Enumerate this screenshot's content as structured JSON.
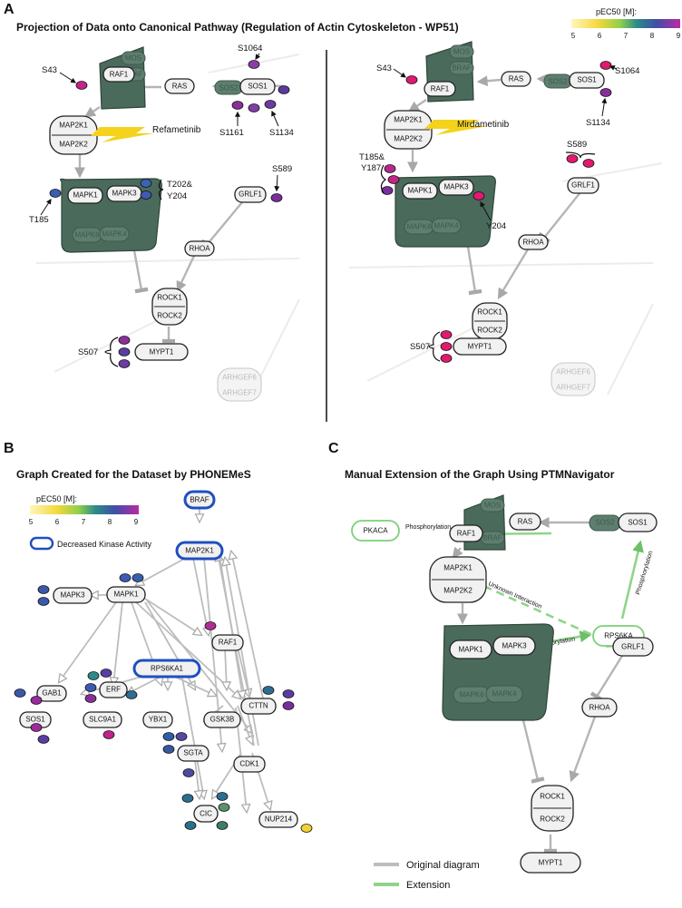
{
  "panels": {
    "A": {
      "letter": "A",
      "title": "Projection of Data onto Canonical Pathway (Regulation of Actin Cytoskeleton - WP51)"
    },
    "B": {
      "letter": "B",
      "title": "Graph Created for the Dataset by PHONEMeS"
    },
    "C": {
      "letter": "C",
      "title": "Manual Extension of the Graph Using PTMNavigator"
    }
  },
  "colorbar": {
    "label": "pEC50 [M]:",
    "ticks": [
      "5",
      "6",
      "7",
      "8",
      "9"
    ],
    "colors": [
      "#f7e43a",
      "#8dcf4a",
      "#2d8b8a",
      "#4a4fa3",
      "#b32aa3"
    ]
  },
  "legendB": {
    "kinase_label": "Decreased Kinase Activity",
    "kinase_color": "#1f4fbf"
  },
  "legendC": {
    "original": "Original diagram",
    "extension": "Extension",
    "original_color": "#bdbdbd",
    "extension_color": "#8fd48a"
  },
  "drugs": {
    "left": "Refametinib",
    "right": "Mirdametinib"
  },
  "nodes": {
    "MOS": "MOS",
    "BRAF": "BRAF",
    "RAF1": "RAF1",
    "RAS": "RAS",
    "SOS2": "SOS2",
    "SOS1": "SOS1",
    "MAP2K1": "MAP2K1",
    "MAP2K2": "MAP2K2",
    "MAPK1": "MAPK1",
    "MAPK3": "MAPK3",
    "MAPK6": "MAPK6",
    "MAPK4": "MAPK4",
    "GRLF1": "GRLF1",
    "RHOA": "RHOA",
    "ROCK1": "ROCK1",
    "ROCK2": "ROCK2",
    "MYPT1": "MYPT1",
    "ARHGEF6": "ARHGEF6",
    "ARHGEF7": "ARHGEF7",
    "MAP2K1_B": "MAP2K1",
    "RPS6KA1": "RPS6KA1",
    "GAB1": "GAB1",
    "ERF": "ERF",
    "SOS1_B": "SOS1",
    "SLC9A1": "SLC9A1",
    "YBX1": "YBX1",
    "GSK3B": "GSK3B",
    "CTTN": "CTTN",
    "SGTA": "SGTA",
    "CDK1": "CDK1",
    "CIC": "CIC",
    "NUP214": "NUP214",
    "PKACA": "PKACA",
    "RPS6KA": "RPS6KA"
  },
  "sites": {
    "S43": "S43",
    "S1064": "S1064",
    "S1161": "S1161",
    "S1134": "S1134",
    "T202Y204": [
      "T202&",
      "Y204"
    ],
    "T185": "T185",
    "S589": "S589",
    "S507": "S507",
    "T185Y187": [
      "T185&",
      "Y187"
    ],
    "Y204": "Y204"
  },
  "edge_labels": {
    "phos1": "Phosphorylation",
    "phos2": "Phosphorylation",
    "phos3": "Phosphorylation",
    "unknown": "Unknown Interaction"
  }
}
